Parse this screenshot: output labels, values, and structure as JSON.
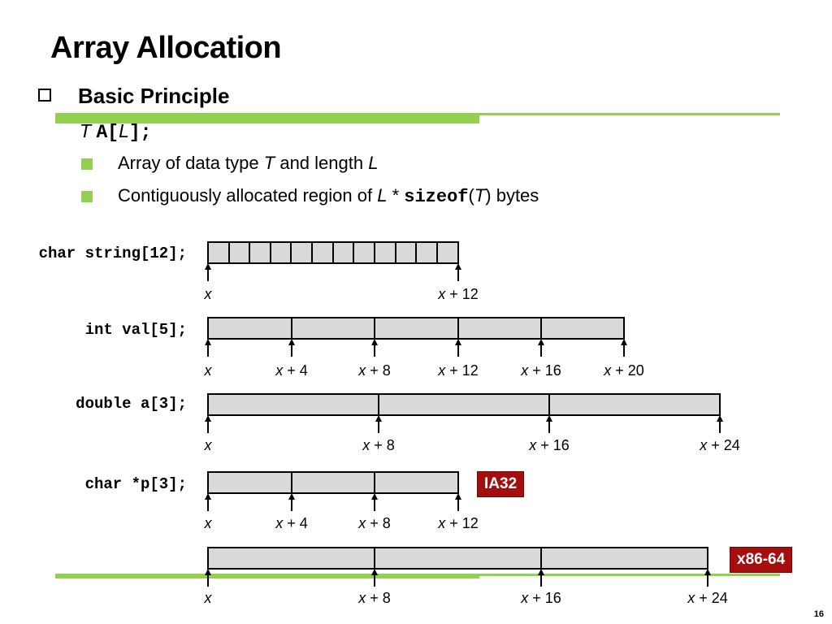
{
  "title": "Array Allocation",
  "principle": "Basic Principle",
  "declaration": {
    "type": "T",
    "array": "A[",
    "length": "L",
    "close": "];"
  },
  "bullets": [
    {
      "pre": "Array of data type ",
      "t": "T",
      "mid": " and length ",
      "l": "L",
      "post": ""
    },
    {
      "pre": "Contiguously allocated region of ",
      "l": "L",
      "star": " * ",
      "op": "sizeof",
      "open": "(",
      "t": "T",
      "close": ")",
      "post": " bytes"
    }
  ],
  "rows": [
    {
      "label": "char string[12];",
      "ticks": [
        "x",
        "x + 12"
      ]
    },
    {
      "label": "int val[5];",
      "ticks": [
        "x",
        "x + 4",
        "x + 8",
        "x + 12",
        "x + 16",
        "x + 20"
      ]
    },
    {
      "label": "double a[3];",
      "ticks": [
        "x",
        "x + 8",
        "x + 16",
        "x + 24"
      ]
    },
    {
      "label": "char *p[3];",
      "ticks": [
        "x",
        "x + 4",
        "x + 8",
        "x + 12"
      ],
      "badge": "IA32"
    },
    {
      "label": "",
      "ticks": [
        "x",
        "x + 8",
        "x + 16",
        "x + 24"
      ],
      "badge": "x86-64"
    }
  ],
  "colors": {
    "accent": "#92d050",
    "badge": "#a50e0e",
    "cell_fill": "#d9d9d9"
  },
  "page_number": "16"
}
